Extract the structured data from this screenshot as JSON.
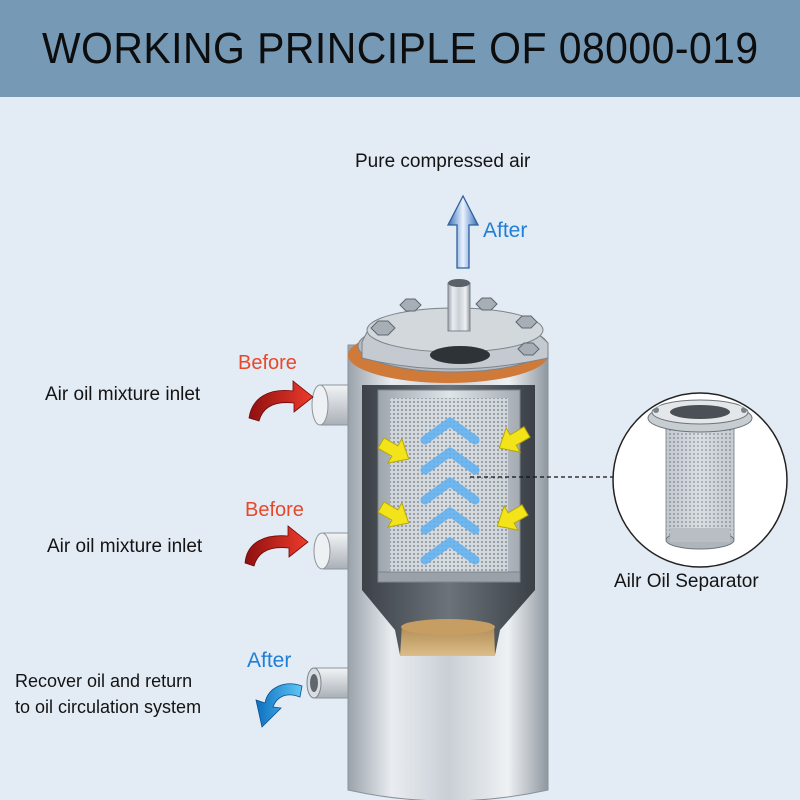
{
  "title": "WORKING PRINCIPLE OF 08000-019",
  "labels": {
    "outlet": "Pure compressed air",
    "outlet_stage": "After",
    "inlet_1_stage": "Before",
    "inlet_1": "Air oil mixture inlet",
    "inlet_2_stage": "Before",
    "inlet_2": "Air oil mixture inlet",
    "separator": "Ailr Oil Separator",
    "return_stage": "After",
    "return_line1": "Recover oil and return",
    "return_line2": "to oil circulation system"
  },
  "colors": {
    "banner": "#7699b6",
    "background": "#e3ebf4",
    "before_text": "#e8482a",
    "after_text": "#1f7fd8",
    "inflow_arrow": "#f3e31b",
    "oil": "#c9a570"
  }
}
